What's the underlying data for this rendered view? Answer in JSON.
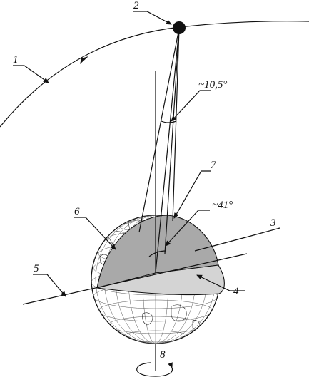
{
  "labels": {
    "l1": "1",
    "l2": "2",
    "l3": "3",
    "l4": "4",
    "l5": "5",
    "l6": "6",
    "l7": "7",
    "l8": "8"
  },
  "angles": {
    "beam": "~10,5°",
    "section": "~41°"
  },
  "colors": {
    "line": "#111111",
    "section_dark": "#a9a9a9",
    "section_light": "#d4d4d4",
    "background": "#ffffff"
  }
}
